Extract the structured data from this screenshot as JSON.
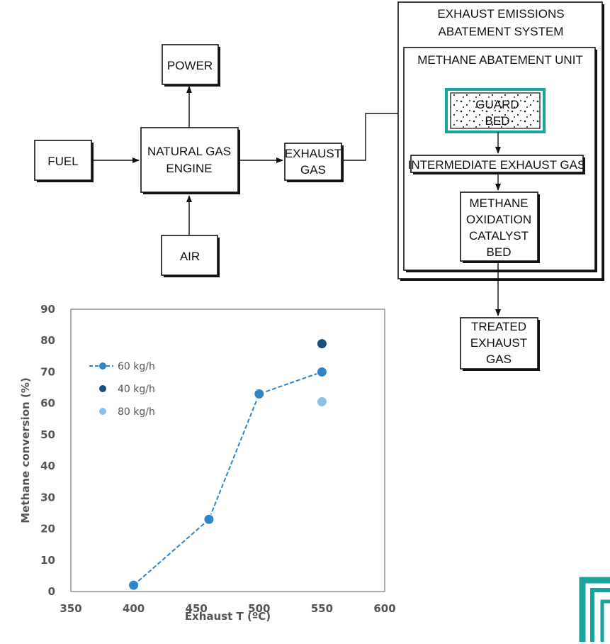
{
  "flowchart": {
    "power": "POWER",
    "fuel": "FUEL",
    "engine_line1": "NATURAL GAS",
    "engine_line2": "ENGINE",
    "exhaust_line1": "EXHAUST",
    "exhaust_line2": "GAS",
    "air": "AIR",
    "system_line1": "EXHAUST EMISSIONS",
    "system_line2": "ABATEMENT SYSTEM",
    "unit": "METHANE ABATEMENT UNIT",
    "guard_line1": "GUARD",
    "guard_line2": "BED",
    "intermediate": "INTERMEDIATE EXHAUST GAS",
    "catalyst_line1": "METHANE",
    "catalyst_line2": "OXIDATION",
    "catalyst_line3": "CATALYST",
    "catalyst_line4": "BED",
    "treated_line1": "TREATED",
    "treated_line2": "EXHAUST",
    "treated_line3": "GAS"
  },
  "colors": {
    "highlight": "#1aa39a",
    "logo": "#1aa39a"
  },
  "chart_data": {
    "type": "scatter",
    "xlabel": "Exhaust T (ºC)",
    "ylabel": "Methane conversion (%)",
    "xlim": [
      350,
      600
    ],
    "ylim": [
      0,
      90
    ],
    "xticks": [
      350,
      400,
      450,
      500,
      550,
      600
    ],
    "yticks": [
      0,
      10,
      20,
      30,
      40,
      50,
      60,
      70,
      80,
      90
    ],
    "grid": true,
    "legend_position": "top-left",
    "series": [
      {
        "name": "60 kg/h",
        "color": "#2e86c8",
        "line": true,
        "x": [
          400,
          460,
          500,
          550
        ],
        "y": [
          2,
          23,
          63,
          70
        ]
      },
      {
        "name": "40 kg/h",
        "color": "#1b4f7f",
        "line": false,
        "x": [
          550
        ],
        "y": [
          79
        ]
      },
      {
        "name": "80 kg/h",
        "color": "#8dc0e6",
        "line": false,
        "x": [
          550
        ],
        "y": [
          60.5
        ]
      }
    ]
  }
}
